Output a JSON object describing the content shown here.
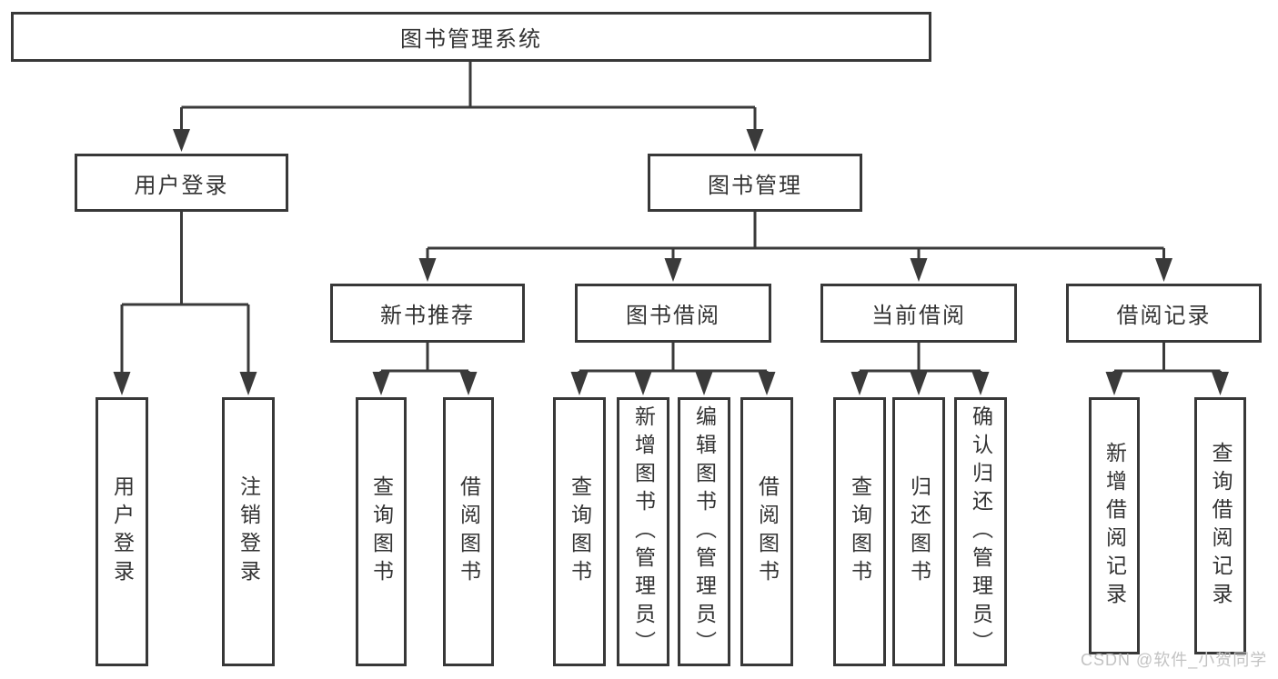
{
  "tree": {
    "root": {
      "label": "图书管理系统"
    },
    "branches": [
      {
        "label": "用户登录",
        "children": [
          "用户登录",
          "注销登录"
        ]
      },
      {
        "label": "图书管理",
        "children": [
          {
            "label": "新书推荐",
            "children": [
              "查询图书",
              "借阅图书"
            ]
          },
          {
            "label": "图书借阅",
            "children": [
              "查询图书",
              "新增图书（管理员）",
              "编辑图书（管理员）",
              "借阅图书"
            ]
          },
          {
            "label": "当前借阅",
            "children": [
              "查询图书",
              "归还图书",
              "确认归还（管理员）"
            ]
          },
          {
            "label": "借阅记录",
            "children": [
              "新增借阅记录",
              "查询借阅记录"
            ]
          }
        ]
      }
    ]
  },
  "watermark": "CSDN @软件_小贺同学",
  "colors": {
    "line": "#3a3a3a",
    "border": "#383838",
    "text": "#333333",
    "watermark": "#c2c2c2",
    "background": "#ffffff"
  }
}
